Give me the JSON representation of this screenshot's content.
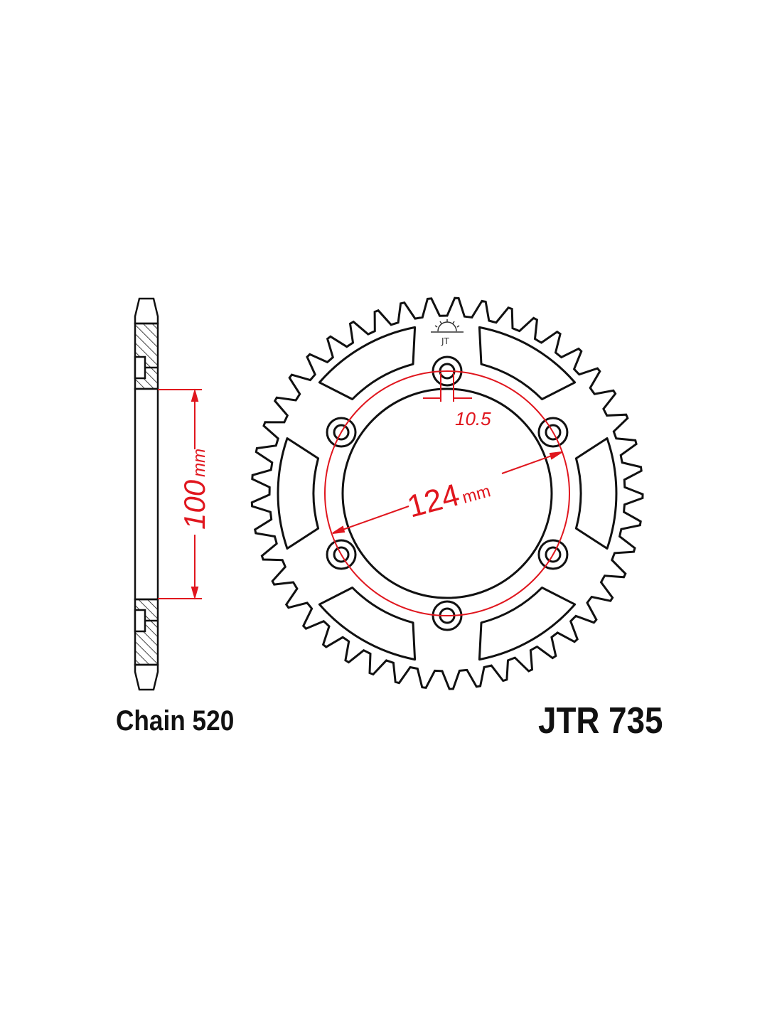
{
  "diagram": {
    "side_view": {
      "dimension_value": "100",
      "dimension_unit": "mm"
    },
    "front_view": {
      "pcd_value": "124",
      "pcd_unit": "mm",
      "bolt_hole_value": "10.5",
      "teeth": 45,
      "bolt_holes": 6,
      "logo_text": "JT"
    },
    "chain_label": "Chain 520",
    "part_number": "JTR 735"
  },
  "colors": {
    "outline": "#111111",
    "dimension": "#e0161e"
  }
}
